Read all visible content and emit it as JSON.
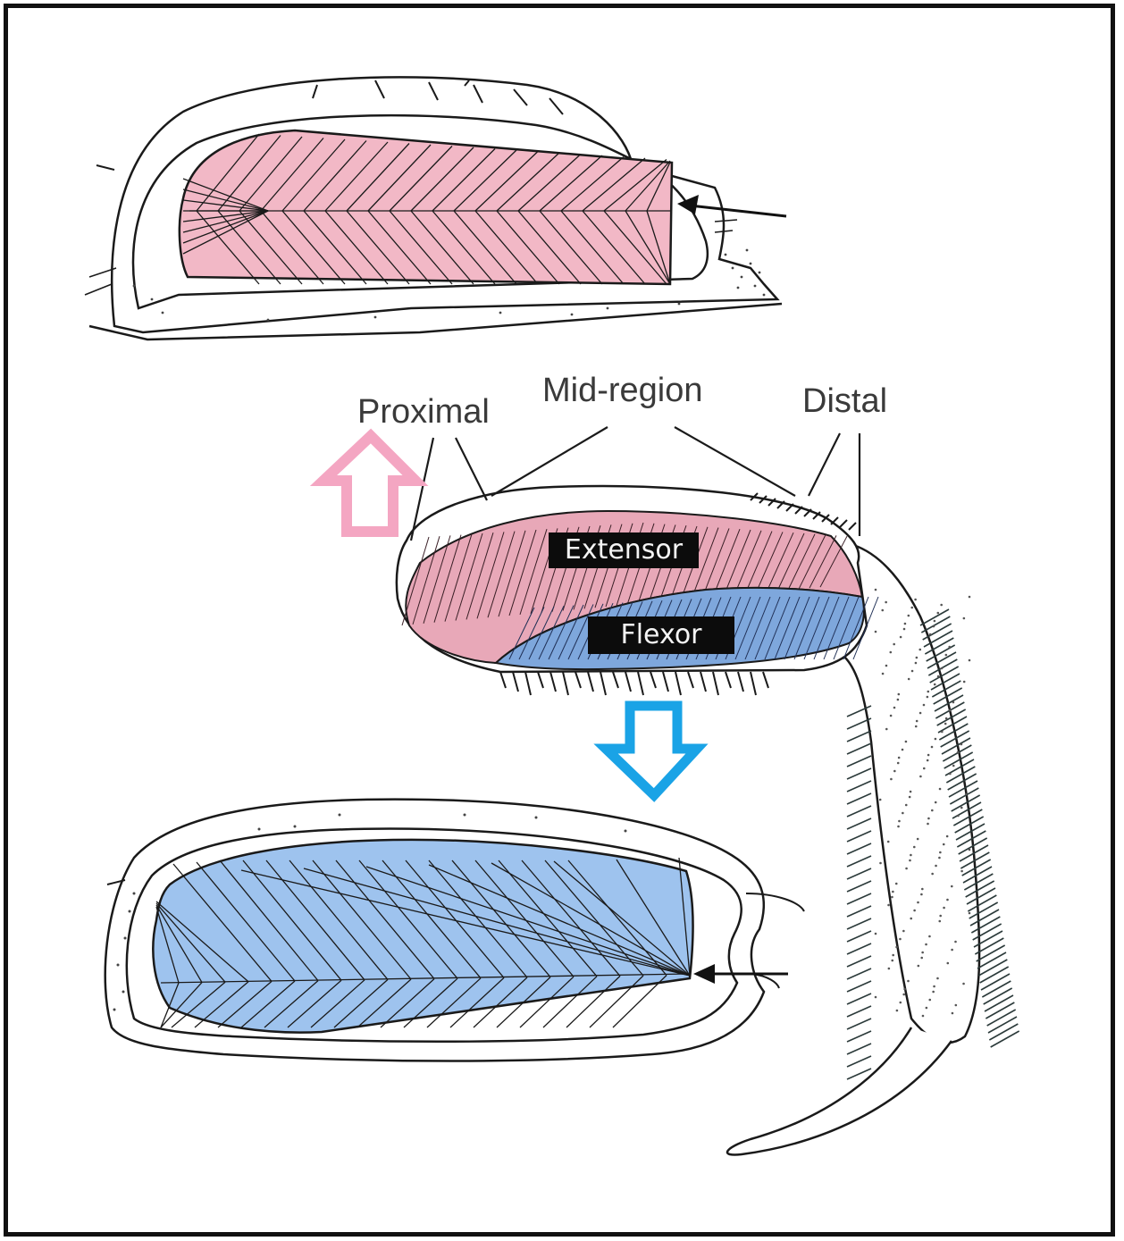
{
  "labels": {
    "proximal": "Proximal",
    "mid_region": "Mid-region",
    "distal": "Distal",
    "extensor": "Extensor",
    "flexor": "Flexor"
  },
  "colors": {
    "extensor_fill": "#f2b8c6",
    "extensor_dark": "#c98596",
    "flexor_fill": "#9ec3ee",
    "flexor_dark": "#5d88c4",
    "pink_arrow": "#f4a6c2",
    "blue_arrow": "#1aa3e6",
    "outline": "#1a1a1a"
  },
  "icons": {
    "up_arrow": "pink-up-arrow-icon",
    "down_arrow": "blue-down-arrow-icon",
    "pointer_arrow": "black-left-arrow-icon"
  }
}
